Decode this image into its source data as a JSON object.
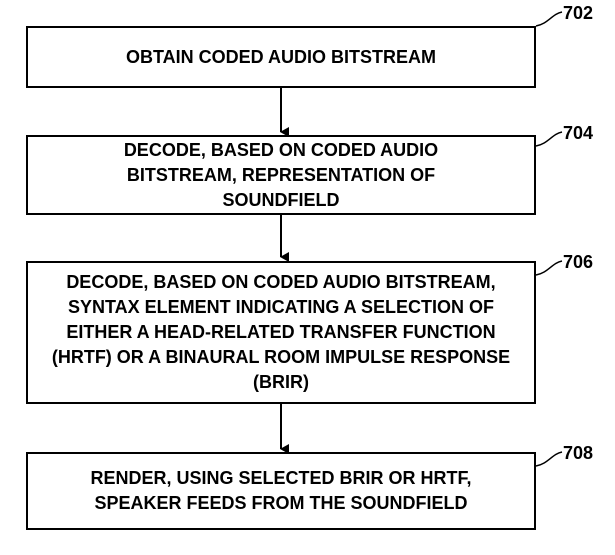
{
  "steps": [
    {
      "ref": "702",
      "text": "OBTAIN CODED AUDIO BITSTREAM"
    },
    {
      "ref": "704",
      "text": "DECODE, BASED ON CODED AUDIO BITSTREAM, REPRESENTATION OF SOUNDFIELD"
    },
    {
      "ref": "706",
      "text": "DECODE, BASED ON CODED AUDIO BITSTREAM, SYNTAX ELEMENT INDICATING A SELECTION OF EITHER A HEAD-RELATED TRANSFER FUNCTION (HRTF) OR A BINAURAL ROOM IMPULSE RESPONSE (BRIR)"
    },
    {
      "ref": "708",
      "text": "RENDER, USING SELECTED BRIR OR HRTF, SPEAKER FEEDS FROM THE SOUNDFIELD"
    }
  ]
}
